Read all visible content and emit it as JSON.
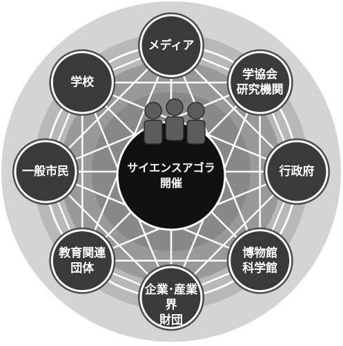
{
  "center": {
    "title": "サイエンスアゴラ\n開催",
    "icon": "people-group-icon"
  },
  "stakeholders": [
    {
      "id": "media",
      "label": "メディア"
    },
    {
      "id": "academia",
      "label": "学協会\n研究機関"
    },
    {
      "id": "government",
      "label": "行政府"
    },
    {
      "id": "museums",
      "label": "博物館\n科学館"
    },
    {
      "id": "industry",
      "label": "企業･産業界\n財団"
    },
    {
      "id": "education",
      "label": "教育関連\n団体"
    },
    {
      "id": "citizens",
      "label": "一般市民"
    },
    {
      "id": "schools",
      "label": "学校"
    }
  ],
  "colors": {
    "node_fill": "#3a3a3a",
    "node_ring": "#ffffff",
    "node_outer": "#4a4a4a",
    "center_fill": "#111111",
    "outer_disk": "#d4d4d4",
    "mid_disk": "#b8b8b8",
    "inner_disk": "#999999",
    "core_disk": "#888888",
    "lines": "#ffffff"
  }
}
